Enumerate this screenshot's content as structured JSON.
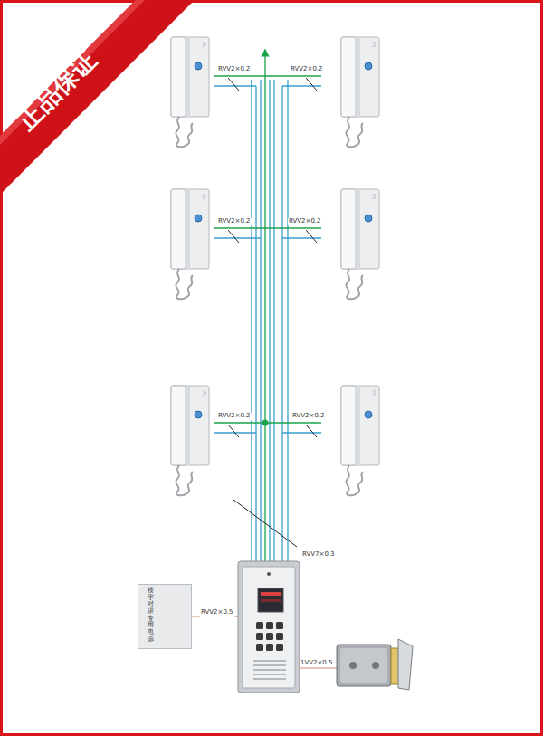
{
  "diagram": {
    "nodes": [
      {
        "text": [
          "楼宇对讲专用电源"
        ]
      }
    ],
    "labels": [
      "正品保证",
      "RVV2×0.2",
      "RVV2×0.2",
      "RVV2×0.2",
      "RVV2×0.2",
      "RVV2×0.2",
      "RVV2×0.2",
      "RVV7×0.3",
      "RVV2×0.5",
      "1VV2×0.5"
    ]
  }
}
